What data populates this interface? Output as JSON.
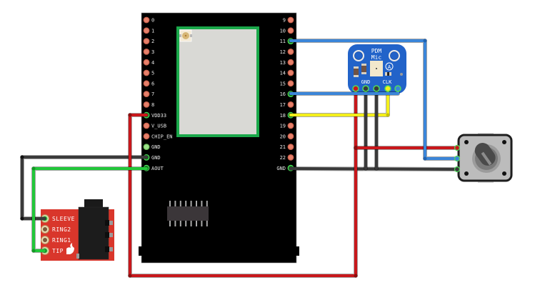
{
  "esp32_board": {
    "left_pins": [
      {
        "label": "0",
        "state": "free"
      },
      {
        "label": "1",
        "state": "free"
      },
      {
        "label": "2",
        "state": "free"
      },
      {
        "label": "3",
        "state": "free"
      },
      {
        "label": "4",
        "state": "free"
      },
      {
        "label": "5",
        "state": "free"
      },
      {
        "label": "6",
        "state": "free"
      },
      {
        "label": "7",
        "state": "free"
      },
      {
        "label": "8",
        "state": "free"
      },
      {
        "label": "VDD33",
        "state": "wired"
      },
      {
        "label": "V_USB",
        "state": "free"
      },
      {
        "label": "CHIP_EN",
        "state": "free"
      },
      {
        "label": "GND",
        "state": "bus"
      },
      {
        "label": "GND",
        "state": "wired"
      },
      {
        "label": "AOUT",
        "state": "wired"
      }
    ],
    "right_pins": [
      {
        "label": "9",
        "state": "free"
      },
      {
        "label": "10",
        "state": "free"
      },
      {
        "label": "11",
        "state": "wired"
      },
      {
        "label": "12",
        "state": "free"
      },
      {
        "label": "13",
        "state": "free"
      },
      {
        "label": "14",
        "state": "free"
      },
      {
        "label": "15",
        "state": "free"
      },
      {
        "label": "16",
        "state": "wired"
      },
      {
        "label": "17",
        "state": "free"
      },
      {
        "label": "18",
        "state": "wired"
      },
      {
        "label": "19",
        "state": "free"
      },
      {
        "label": "20",
        "state": "free"
      },
      {
        "label": "21",
        "state": "free"
      },
      {
        "label": "22",
        "state": "free"
      },
      {
        "label": "GND",
        "state": "wired"
      }
    ]
  },
  "pdm_mic": {
    "title_line1": "PDM",
    "title_line2": "Mic",
    "logo": "A",
    "pin_label_gnd": "GND",
    "pin_label_clk": "CLK"
  },
  "audio_jack": {
    "pins": [
      "SLEEVE",
      "RING2",
      "RING1",
      "TIP"
    ]
  },
  "potentiometer": {
    "pins": [
      "top",
      "middle",
      "bottom"
    ]
  },
  "wires": [
    {
      "color": "#3b86d9",
      "from": "board:11",
      "to": "potentiometer:middle"
    },
    {
      "color": "#3b86d9",
      "from": "board:16",
      "to": "pdm_mic:pin5"
    },
    {
      "color": "#f4ef1c",
      "from": "board:18",
      "to": "pdm_mic:CLK"
    },
    {
      "color": "#c8171b",
      "from": "board:VDD33",
      "to": "pdm_mic:pin1"
    },
    {
      "color": "#c8171b",
      "from": "pdm_mic:pin1",
      "to": "potentiometer:top"
    },
    {
      "color": "#3a3a3a",
      "from": "pdm_mic:GND",
      "to": "board:GND(right)"
    },
    {
      "color": "#3a3a3a",
      "from": "pdm_mic:pin3",
      "to": "board:GND(right)"
    },
    {
      "color": "#3a3a3a",
      "from": "board:GND(right)",
      "to": "potentiometer:bottom"
    },
    {
      "color": "#3a3a3a",
      "from": "board:GND",
      "to": "audio_jack:SLEEVE"
    },
    {
      "color": "#22c83a",
      "from": "board:AOUT",
      "to": "audio_jack:TIP"
    }
  ],
  "colors": {
    "pin_free": "#e6806a",
    "pin_free_ring": "#c9604c",
    "pin_wired": "#1f8f2a",
    "pin_wired_ring": "#4fdc5c",
    "pin_bus": "#9be089",
    "pin_bus_ring": "#6cc25a"
  }
}
